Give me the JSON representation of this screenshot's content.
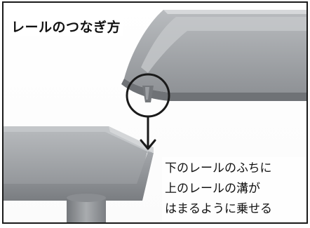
{
  "title": "レールのつなぎ方",
  "caption": {
    "line1": "下のレールのふちに",
    "line2": "上のレールの溝が",
    "line3": "はまるように乗せる"
  },
  "colors": {
    "rail": "#9c9fa3",
    "rail_shadow": "#6f7276",
    "rail_highlight": "#c9cbce",
    "annotation": "#1a1a1a"
  }
}
